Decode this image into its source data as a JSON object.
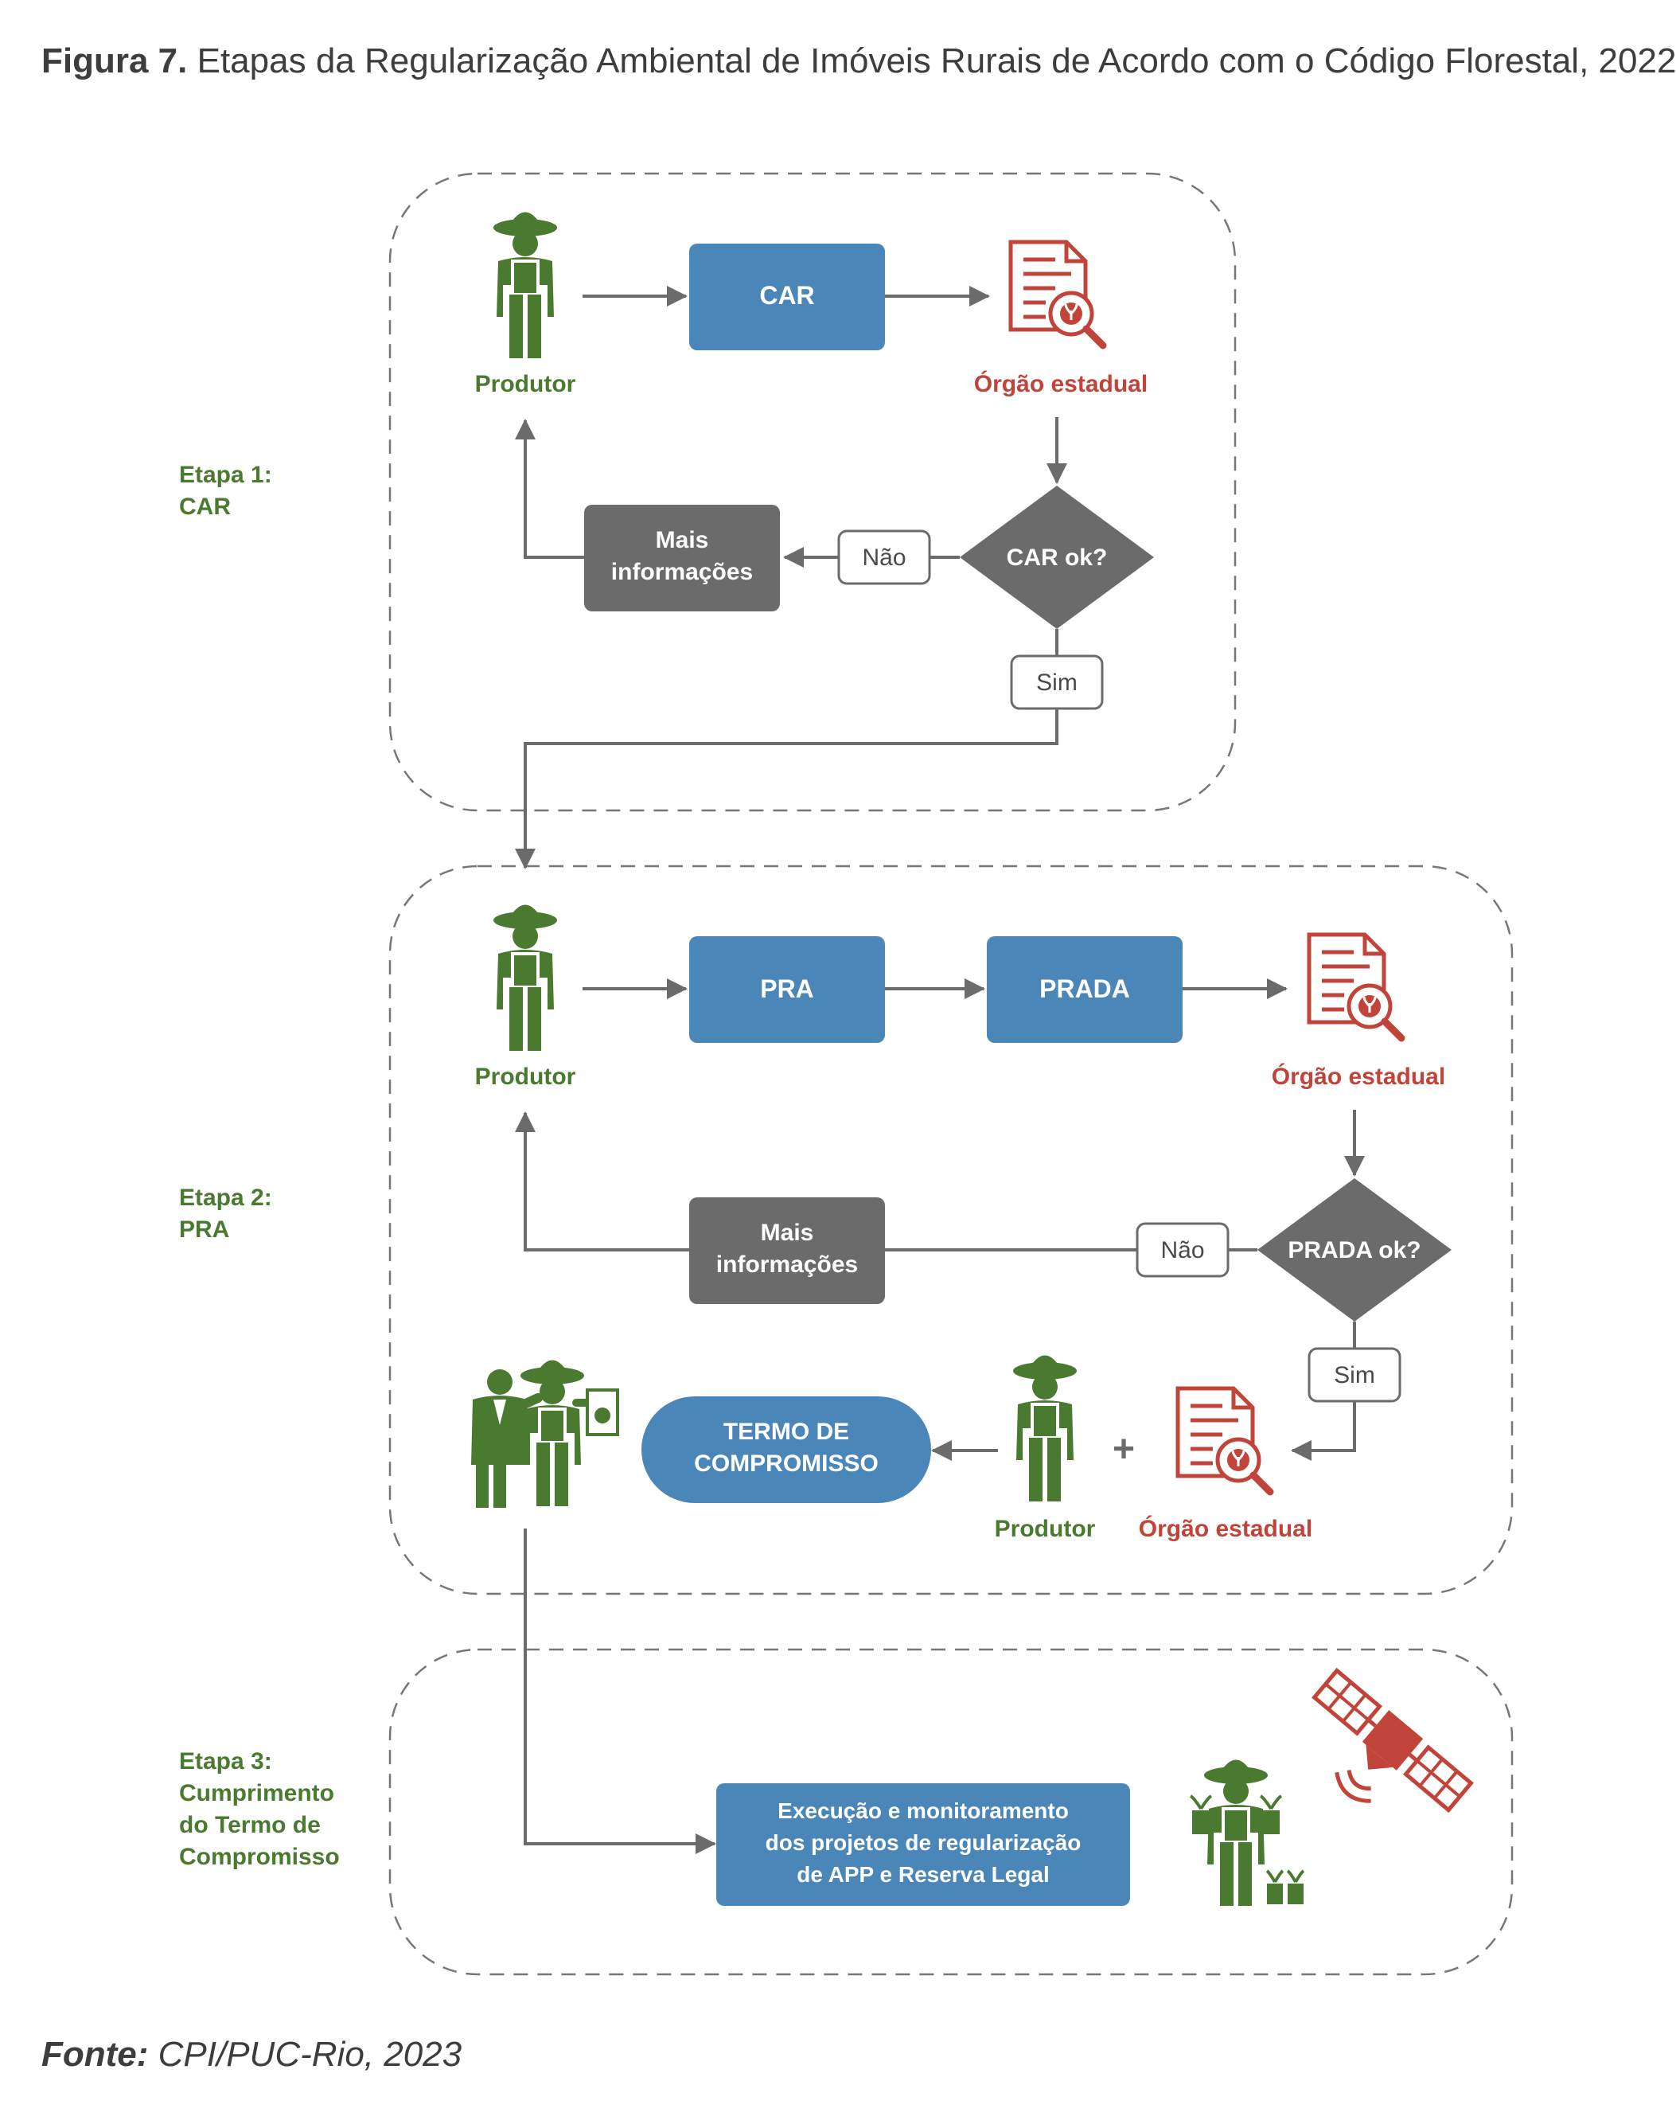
{
  "title": {
    "figure_label": "Figura 7.",
    "text": "Etapas da Regularização Ambiental de Imóveis Rurais de Acordo com o Código Florestal, 2022"
  },
  "source": {
    "label": "Fonte:",
    "text": "CPI/PUC-Rio, 2023"
  },
  "colors": {
    "green": "#4a7a30",
    "blue": "#4a86b8",
    "gray": "#6b6b6b",
    "red": "#c0443a",
    "dashed": "#777777"
  },
  "icons": [
    "farmer-icon",
    "document-search-icon",
    "handshake-agreement-icon",
    "farmer-seedlings-icon",
    "satellite-icon"
  ],
  "etapa1": {
    "label_line1": "Etapa 1:",
    "label_line2": "CAR",
    "produtor": "Produtor",
    "car_box": "CAR",
    "orgao": "Órgão estadual",
    "decision": "CAR ok?",
    "nao": "Não",
    "sim": "Sim",
    "mais_line1": "Mais",
    "mais_line2": "informações"
  },
  "etapa2": {
    "label_line1": "Etapa 2:",
    "label_line2": "PRA",
    "produtor": "Produtor",
    "pra_box": "PRA",
    "prada_box": "PRADA",
    "orgao": "Órgão estadual",
    "decision": "PRADA ok?",
    "nao": "Não",
    "sim": "Sim",
    "mais_line1": "Mais",
    "mais_line2": "informações",
    "termo_line1": "TERMO DE",
    "termo_line2": "COMPROMISSO",
    "plus": "+",
    "produtor2": "Produtor",
    "orgao2": "Órgão estadual"
  },
  "etapa3": {
    "label_line1": "Etapa 3:",
    "label_line2": "Cumprimento",
    "label_line3": "do Termo de",
    "label_line4": "Compromisso",
    "exec_line1": "Execução e monitoramento",
    "exec_line2": "dos projetos de regularização",
    "exec_line3": "de APP e Reserva Legal"
  }
}
